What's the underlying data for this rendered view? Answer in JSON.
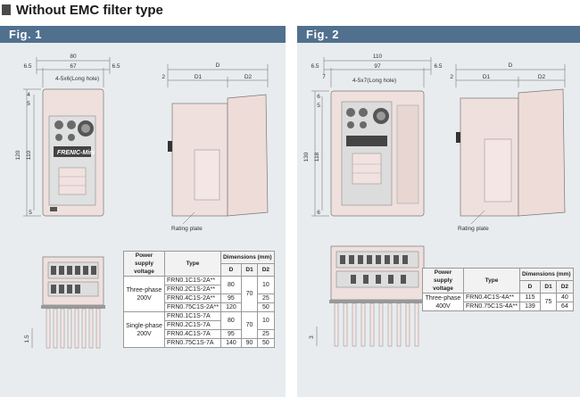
{
  "page_title": "Without EMC filter type",
  "fig1": {
    "heading": "Fig. 1",
    "dims": {
      "width_total": "80",
      "width_inner": "67",
      "side_left": "6.5",
      "side_right": "6.5",
      "hole_label": "4-5x6(Long hole)",
      "height_total": "120",
      "height_inner": "110",
      "top_a": "4",
      "top_b": "5",
      "bottom_a": "5",
      "D": "D",
      "D1": "D1",
      "D2": "D2",
      "two": "2",
      "rating_plate": "Rating plate",
      "bottom_fin": "1.5"
    },
    "brand": "FRENIC-Mini",
    "table": {
      "header_supply": "Power supply voltage",
      "header_type": "Type",
      "header_dims": "Dimensions (mm)",
      "col_D": "D",
      "col_D1": "D1",
      "col_D2": "D2",
      "group1_label": "Three-phase 200V",
      "group2_label": "Single-phase 200V",
      "rows": [
        {
          "type": "FRN0.1C1S-2A**",
          "D": "80",
          "D1": "70",
          "D2": "10"
        },
        {
          "type": "FRN0.2C1S-2A**",
          "D": "80",
          "D1": "70",
          "D2": "10"
        },
        {
          "type": "FRN0.4C1S-2A**",
          "D": "95",
          "D1": "70",
          "D2": "25"
        },
        {
          "type": "FRN0.75C1S-2A**",
          "D": "120",
          "D1": "70",
          "D2": "50"
        },
        {
          "type": "FRN0.1C1S-7A",
          "D": "80",
          "D1": "70",
          "D2": "10"
        },
        {
          "type": "FRN0.2C1S-7A",
          "D": "80",
          "D1": "70",
          "D2": "10"
        },
        {
          "type": "FRN0.4C1S-7A",
          "D": "95",
          "D1": "70",
          "D2": "25"
        },
        {
          "type": "FRN0.75C1S-7A",
          "D": "140",
          "D1": "90",
          "D2": "50"
        }
      ]
    }
  },
  "fig2": {
    "heading": "Fig. 2",
    "dims": {
      "width_total": "110",
      "width_inner": "97",
      "side_left": "6.5",
      "side_right": "6.5",
      "hole_label": "4-5x7(Long hole)",
      "left_7": "7",
      "height_total": "130",
      "height_inner": "118",
      "top_a": "6",
      "top_b": "5",
      "bottom_a": "6",
      "D": "D",
      "D1": "D1",
      "D2": "D2",
      "two": "2",
      "rating_plate": "Rating plate",
      "bottom_fin": "3"
    },
    "table": {
      "header_supply": "Power supply voltage",
      "header_type": "Type",
      "header_dims": "Dimensions (mm)",
      "col_D": "D",
      "col_D1": "D1",
      "col_D2": "D2",
      "group_label": "Three-phase 400V",
      "rows": [
        {
          "type": "FRN0.4C1S-4A**",
          "D": "115",
          "D1": "75",
          "D2": "40"
        },
        {
          "type": "FRN0.75C1S-4A**",
          "D": "139",
          "D1": "75",
          "D2": "64"
        }
      ]
    }
  }
}
